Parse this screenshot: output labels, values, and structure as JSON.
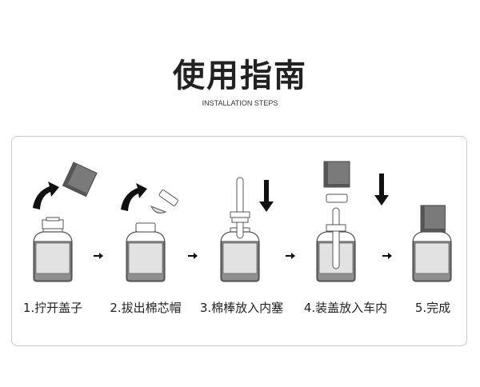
{
  "header": {
    "title": "使用指南",
    "subtitle": "INSTALLATION STEPS"
  },
  "steps": [
    {
      "label": "1.拧开盖子"
    },
    {
      "label": "2.拔出棉芯帽"
    },
    {
      "label": "3.棉棒放入内塞"
    },
    {
      "label": "4.装盖放入车内"
    },
    {
      "label": "5.完成"
    }
  ],
  "colors": {
    "cap": "#7a7a7a",
    "liquid": "#e2e2e2",
    "arrow": "#111111"
  }
}
